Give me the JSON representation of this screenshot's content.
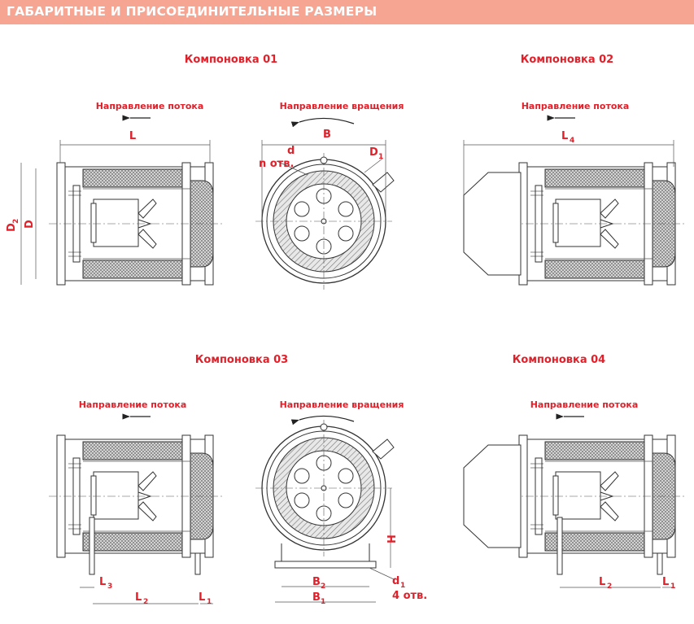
{
  "header": {
    "title": "ГАБАРИТНЫЕ И ПРИСОЕДИНИТЕЛЬНЫЕ РАЗМЕРЫ",
    "background": "#F6A593"
  },
  "colors": {
    "accent": "#E2202A",
    "line": "#333333",
    "hatch": "#999999"
  },
  "layouts": [
    {
      "title": "Компоновка 01",
      "flow": "Направление потока",
      "rotation": "Направление вращения"
    },
    {
      "title": "Компоновка 02",
      "flow": "Направление потока"
    },
    {
      "title": "Компоновка 03",
      "flow": "Направление потока",
      "rotation": "Направление вращения"
    },
    {
      "title": "Компоновка 04",
      "flow": "Направление потока"
    }
  ],
  "dims": {
    "L": "L",
    "D": "D",
    "D2_main": "D",
    "D2_sub": "2",
    "B": "B",
    "d": "d",
    "n_holes": "n отв.",
    "D1_main": "D",
    "D1_sub": "1",
    "L4_main": "L",
    "L4_sub": "4",
    "H": "H",
    "B2_main": "B",
    "B2_sub": "2",
    "B1_main": "B",
    "B1_sub": "1",
    "d1_main": "d",
    "d1_sub": "1",
    "holes4": "4 отв.",
    "L1_main": "L",
    "L1_sub": "1",
    "L2_main": "L",
    "L2_sub": "2",
    "L3_main": "L",
    "L3_sub": "3"
  }
}
